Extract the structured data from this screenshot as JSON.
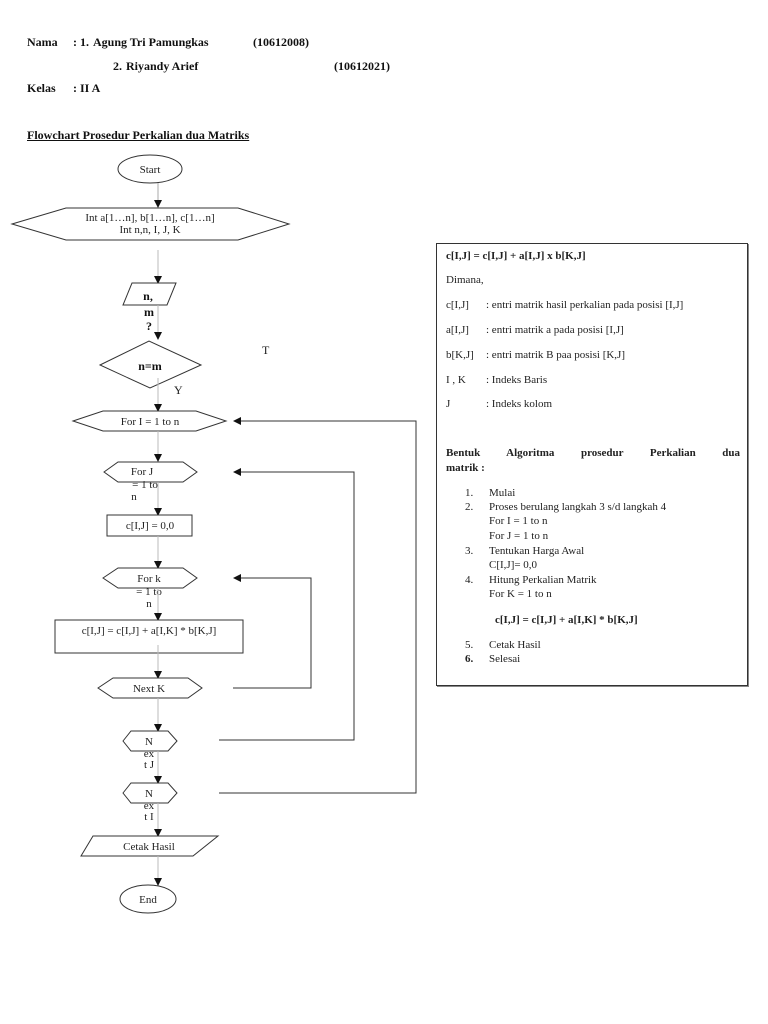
{
  "header": {
    "nama_label": "Nama",
    "kelas_label": "Kelas",
    "separator": ":",
    "members": [
      {
        "index": "1.",
        "name": "Agung Tri Pamungkas",
        "nim": "(10612008)"
      },
      {
        "index": "2.",
        "name": "Riyandy Arief",
        "nim": "(10612021)"
      }
    ],
    "kelas_value": "II A"
  },
  "flowchart": {
    "title": "Flowchart Prosedur Perkalian dua Matriks",
    "start": "Start",
    "declare_line1": "Int a[1…n], b[1…n], c[1…n]",
    "declare_line2": "Int n,n, I, J, K",
    "input_lines": [
      "n,",
      "m",
      "?"
    ],
    "decision": "n=m",
    "label_true": "T",
    "label_yes": "Y",
    "for_i": "For I = 1 to n",
    "for_j_lines": [
      "For J",
      "= 1 to",
      "n"
    ],
    "init": "c[I,J] = 0,0",
    "for_k_lines": [
      "For k",
      "= 1 to",
      "n"
    ],
    "compute": "c[I,J] = c[I,J] + a[I,K] * b[K,J]",
    "next_k": "Next  K",
    "next_j_lines": [
      "N",
      "ex",
      "t J"
    ],
    "next_i_lines": [
      "N",
      "ex",
      "t I"
    ],
    "output": "Cetak Hasil",
    "end": "End"
  },
  "info": {
    "formula": "c[I,J] = c[I,J] + a[I,J] x b[K,J]",
    "dimana": "Dimana,",
    "definitions": [
      {
        "key": "c[I,J]",
        "desc": ": entri matrik hasil perkalian pada posisi [I,J]"
      },
      {
        "key": "a[I,J]",
        "desc": ": entri matrik a pada posisi [I,J]"
      },
      {
        "key": "b[K,J]",
        "desc": ": entri matrik B  paa posisi [K,J]"
      },
      {
        "key": "I , K",
        "desc": ": Indeks Baris"
      },
      {
        "key": "J",
        "desc": ": Indeks kolom"
      }
    ],
    "algorithm_title_line1": "Bentuk  Algoritma  prosedur  Perkalian  dua",
    "algorithm_title_line2": "matrik :",
    "steps": [
      {
        "num": "1.",
        "text": "Mulai"
      },
      {
        "num": "2.",
        "text": "Proses berulang langkah 3 s/d langkah 4",
        "sub": [
          "For I = 1 to n",
          "For J = 1 to n"
        ]
      },
      {
        "num": "3.",
        "text": "Tentukan Harga Awal",
        "sub": [
          "C[I,J]= 0,0"
        ]
      },
      {
        "num": "4.",
        "text": "Hitung Perkalian Matrik",
        "sub": [
          "For K = 1 to n"
        ]
      },
      {
        "num": "5.",
        "text": "Cetak Hasil"
      },
      {
        "num": "6.",
        "text": "Selesai"
      }
    ],
    "step4_formula": "c[I,J] = c[I,J] + a[I,K] * b[K,J]"
  }
}
